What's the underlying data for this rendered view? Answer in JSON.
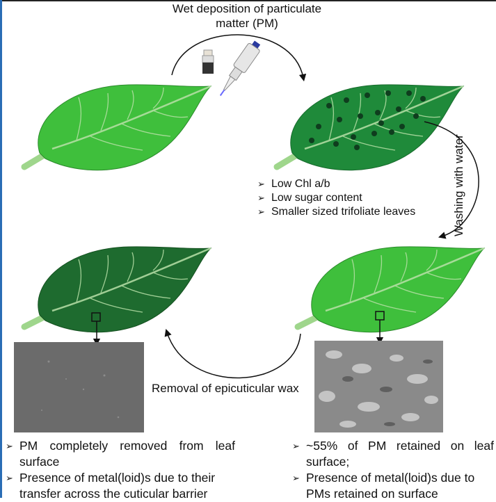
{
  "title": "Wet deposition of particulate matter (PM)",
  "after_deposition_effects": [
    "Low Chl a/b",
    "Low sugar content",
    "Smaller sized trifoliate leaves"
  ],
  "washing_label": "Washing with water",
  "removal_label": "Removal of epicuticular wax",
  "after_wax_removal": [
    "PM completely removed from leaf surface",
    "Presence of metal(loid)s due to their transfer across the cuticular barrier"
  ],
  "after_washing": [
    "~55% of PM retained on leaf surface;",
    "Presence of metal(loid)s due to PMs retained on surface"
  ],
  "colors": {
    "leaf_light": "#3fbf3c",
    "leaf_dark": "#1f7a32",
    "leaf_darker": "#1e6b2f",
    "particle": "#0f3d1e",
    "frame_left": "#2a6db5"
  }
}
